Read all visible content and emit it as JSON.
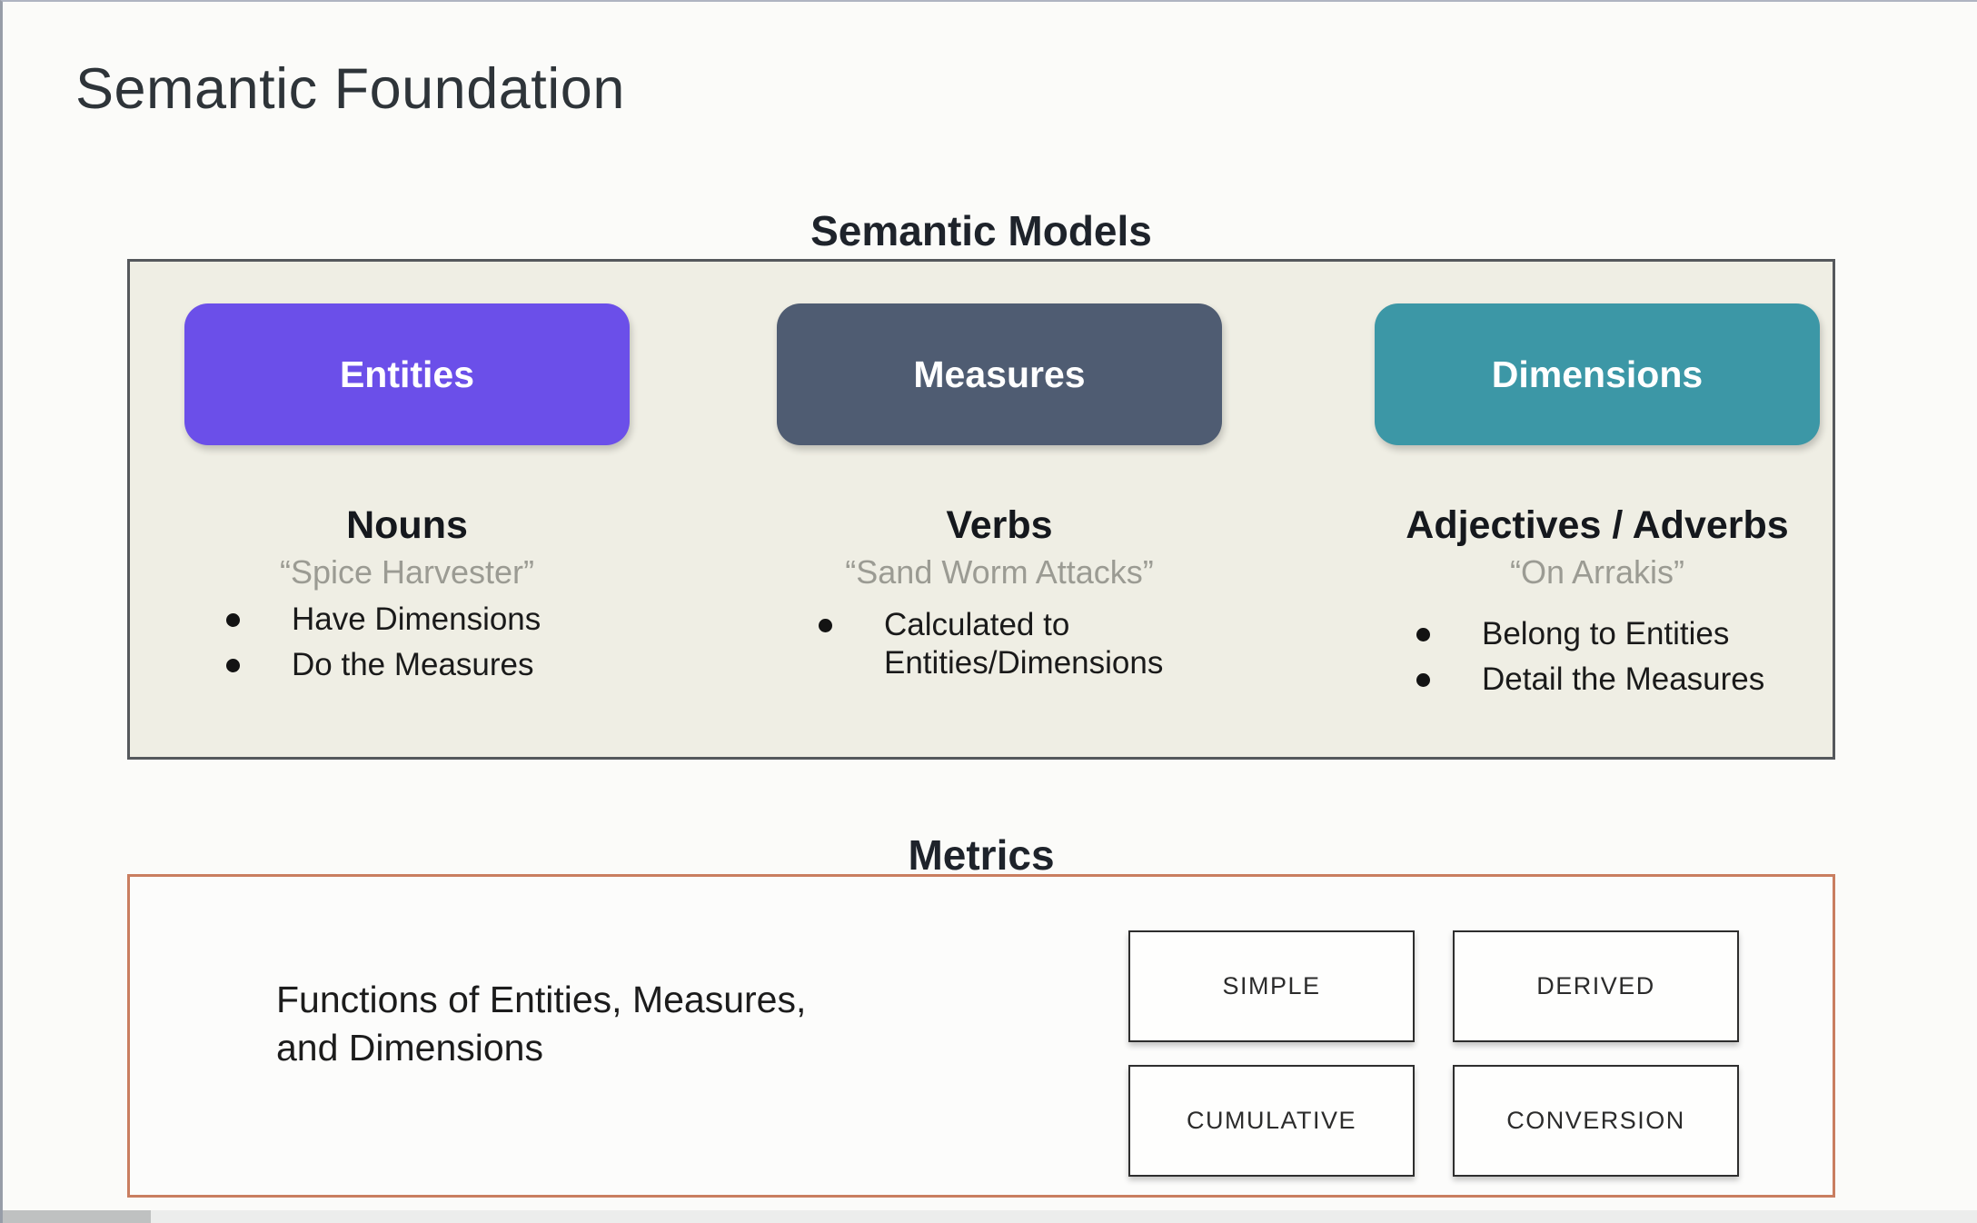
{
  "slide": {
    "title": "Semantic Foundation"
  },
  "semantic_models": {
    "heading": "Semantic Models",
    "columns": [
      {
        "label": "Entities",
        "color": "#6B4FE9",
        "part_of_speech": "Nouns",
        "example": "“Spice Harvester”",
        "bullets": [
          "Have Dimensions",
          "Do the Measures"
        ]
      },
      {
        "label": "Measures",
        "color": "#4F5C72",
        "part_of_speech": "Verbs",
        "example": "“Sand Worm Attacks”",
        "bullets": [
          "Calculated to Entities/Dimensions"
        ]
      },
      {
        "label": "Dimensions",
        "color": "#3C97A6",
        "part_of_speech": "Adjectives / Adverbs",
        "example": "“On Arrakis”",
        "bullets": [
          "Belong to Entities",
          "Detail the Measures"
        ]
      }
    ]
  },
  "metrics": {
    "heading": "Metrics",
    "description_line1": "Functions of Entities, Measures,",
    "description_line2": "and Dimensions",
    "types": [
      "SIMPLE",
      "DERIVED",
      "CUMULATIVE",
      "CONVERSION"
    ]
  },
  "colors": {
    "entities_button": "#6B4FE9",
    "measures_button": "#4F5C72",
    "dimensions_button": "#3C97A6",
    "models_panel_bg": "#EFEEE4",
    "models_panel_border": "#55585C",
    "metrics_panel_border": "#C97E60",
    "example_text": "#9B9B93"
  }
}
